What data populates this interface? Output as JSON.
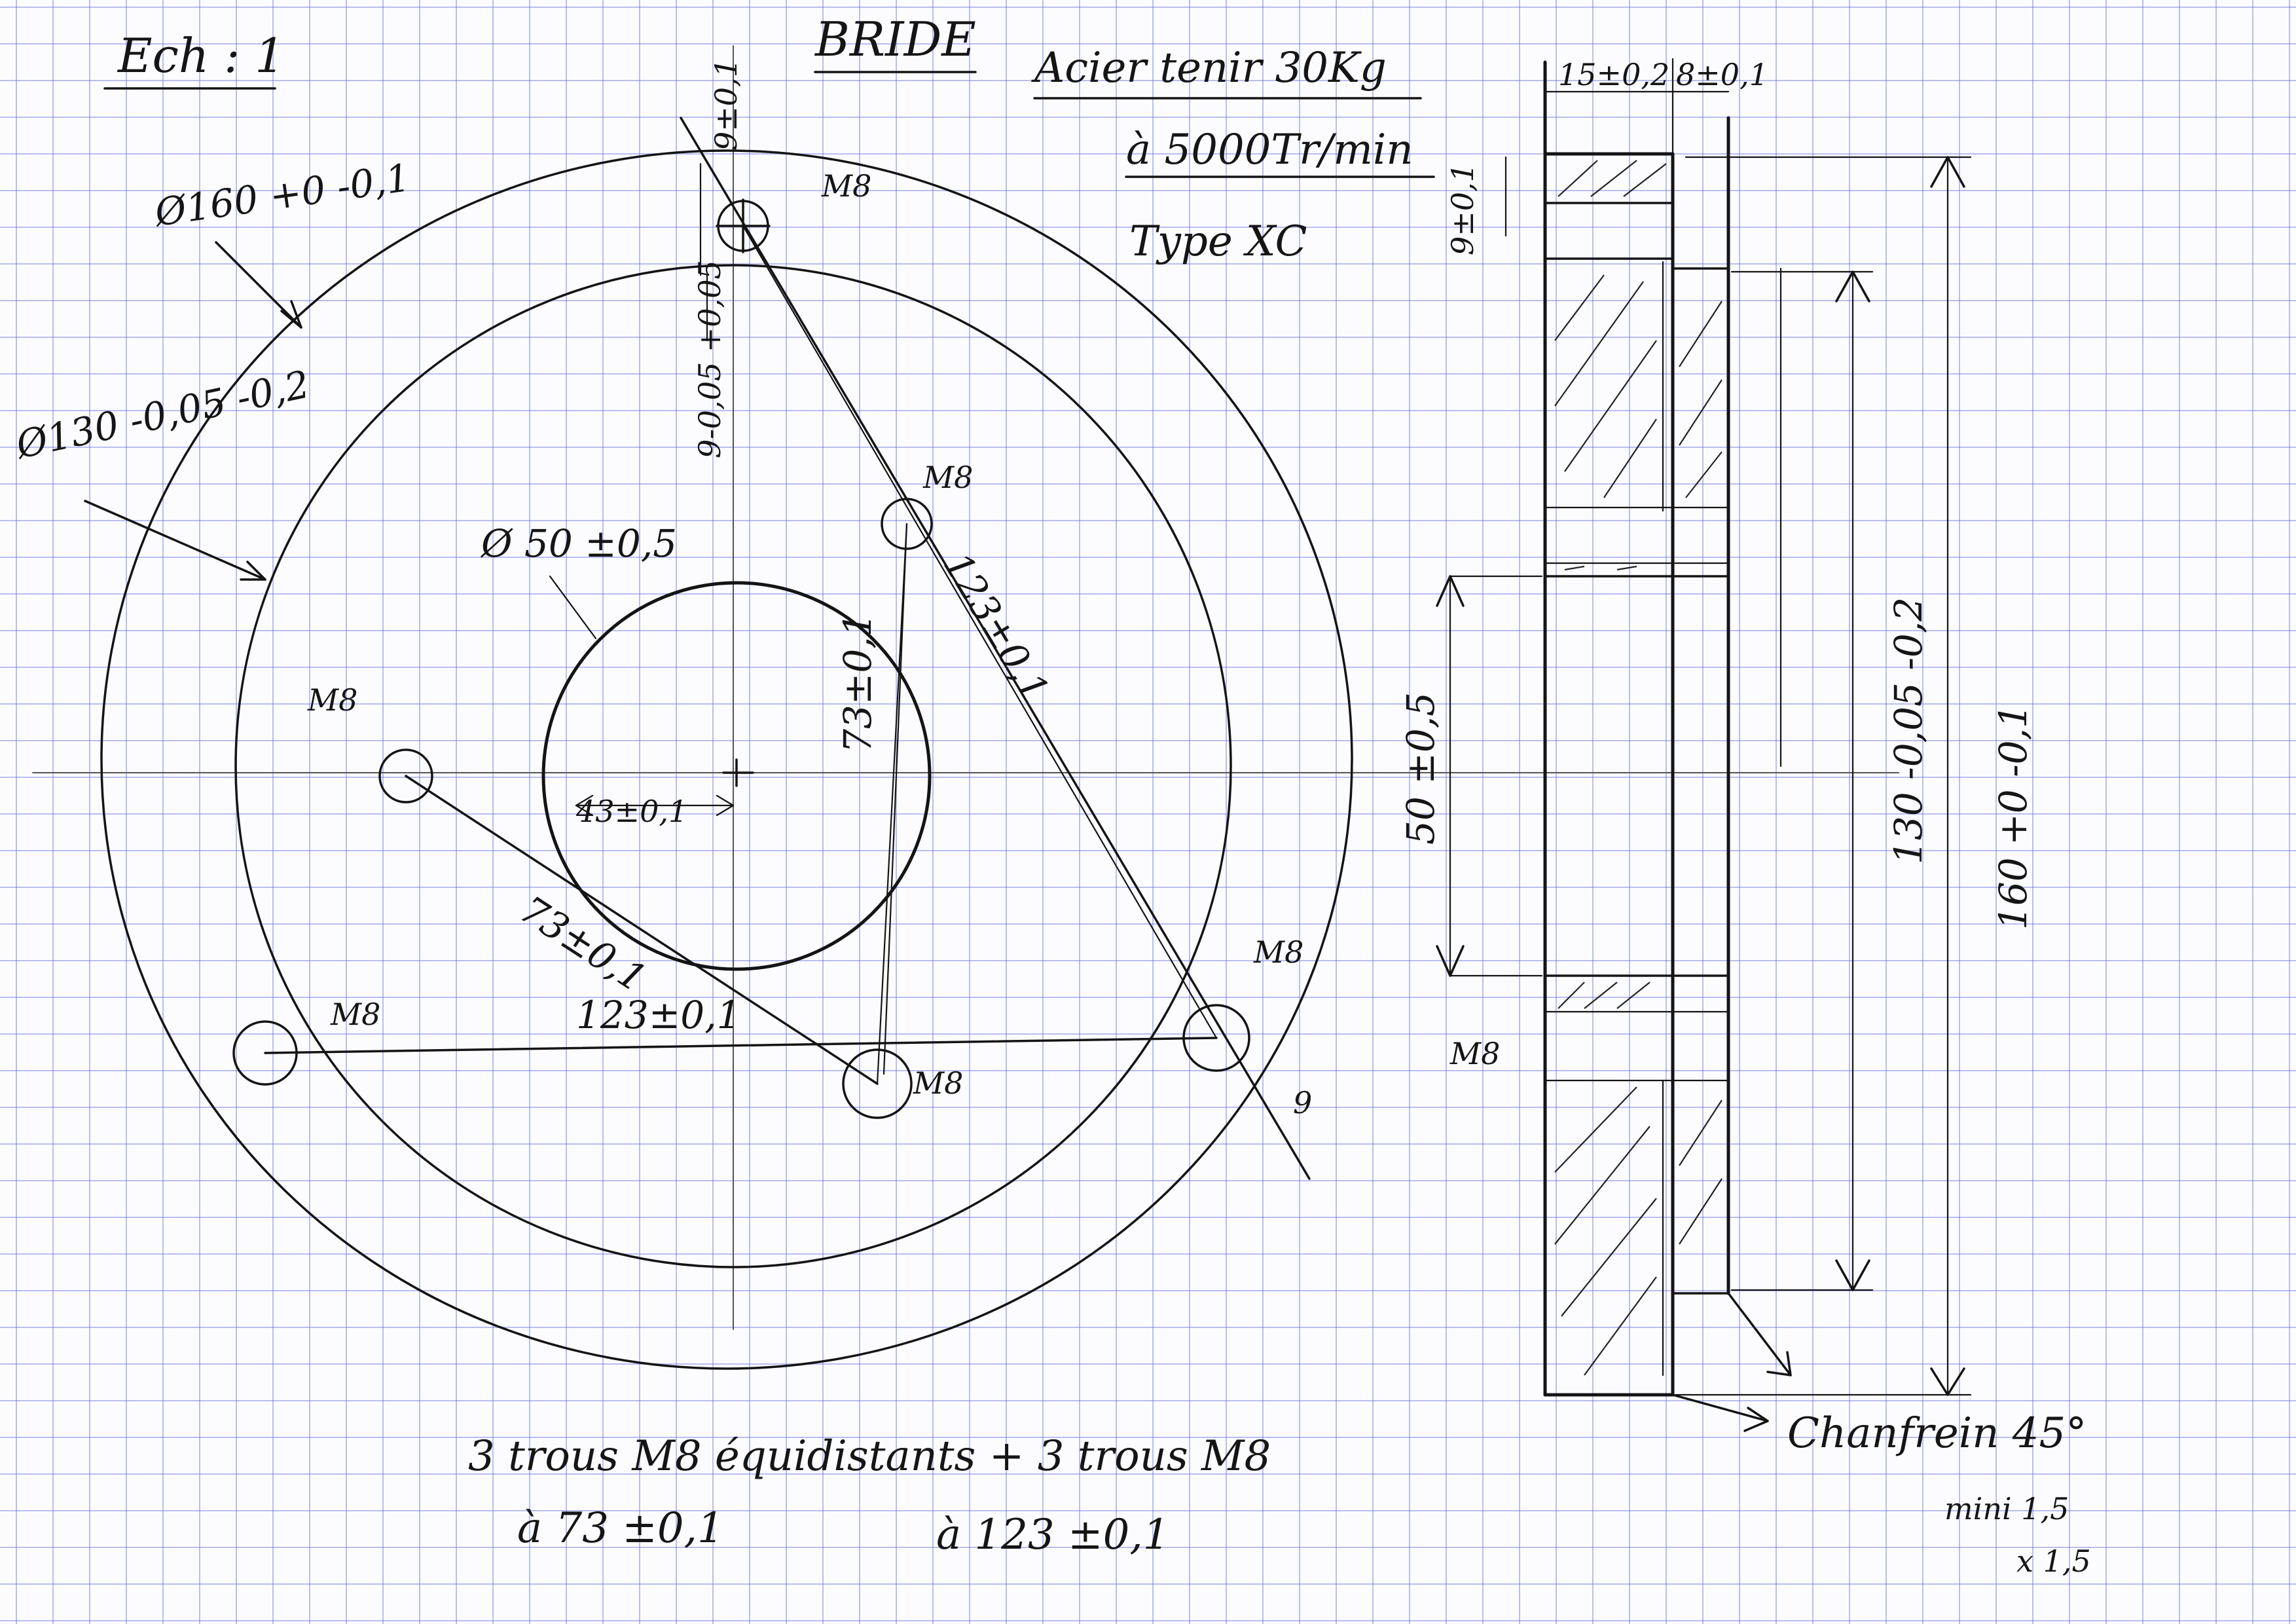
{
  "sheet": {
    "scale": "Ech : 1",
    "title": "BRIDE",
    "material_line1": "Acier tenir 30Kg",
    "material_line2": "à 5000Tr/min",
    "type": "Type XC"
  },
  "front_view": {
    "outer_diameter": "Ø160 +0 -0,1",
    "pitch_diameter": "Ø130 -0,05 -0,2",
    "bore_diameter": "Ø 50 ±0,5",
    "hole_labels": [
      "M8",
      "M8",
      "M8",
      "M8",
      "M8",
      "M8"
    ],
    "dim_inner_offset": "43±0,1",
    "dim_inner_vertical": "73±0,1",
    "dim_inner_diagonal": "73±0,1",
    "dim_outer_diagonal": "123±0,1",
    "dim_outer_horizontal": "123±0,1",
    "dim_top_depth": "9±0,1",
    "dim_top_slot": "9-0,05 +0,05",
    "dim_right_small": "9"
  },
  "section_view": {
    "width_left": "15±0,2",
    "width_right": "8±0,1",
    "dim_chamfer_v": "9±0,1",
    "dim_bore": "50 ±0,5",
    "dim_pitch": "130 -0,05 -0,2",
    "dim_outer": "160 +0 -0,1",
    "hole_label": "M8",
    "chamfer_note": "Chanfrein 45°",
    "chamfer_mini": "mini 1,5",
    "chamfer_x": "x 1,5"
  },
  "notes": {
    "holes_line1": "3 trous M8 équidistants + 3 trous M8",
    "holes_a": "à 73 ±0,1",
    "holes_b": "à 123 ±0,1"
  }
}
